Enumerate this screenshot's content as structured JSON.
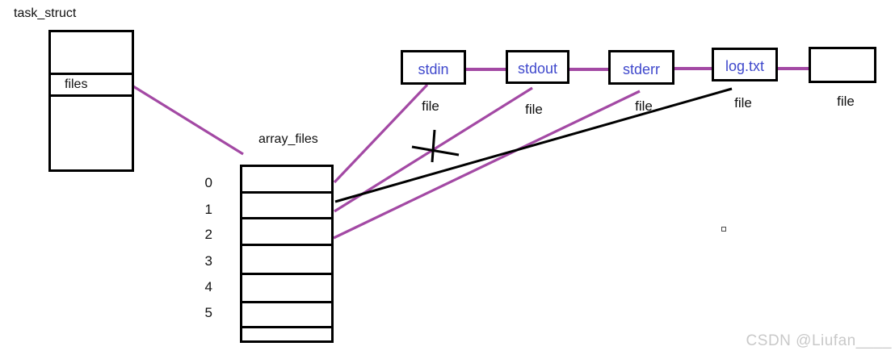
{
  "labels": {
    "task_struct": "task_struct",
    "files_field": "files",
    "array_files": "array_files"
  },
  "array_indices": [
    "0",
    "1",
    "2",
    "3",
    "4",
    "5"
  ],
  "file_objects": [
    {
      "name": "stdin",
      "type_label": "file"
    },
    {
      "name": "stdout",
      "type_label": "file"
    },
    {
      "name": "stderr",
      "type_label": "file"
    },
    {
      "name": "log.txt",
      "type_label": "file"
    },
    {
      "name": "",
      "type_label": "file"
    }
  ],
  "colors": {
    "pointer_line": "#a349a4",
    "redirect_line": "#000000",
    "box_outline": "#000000",
    "box_text": "#3f48cc",
    "watermark": "#c9c9c9"
  },
  "watermark": "CSDN @Liufan____"
}
